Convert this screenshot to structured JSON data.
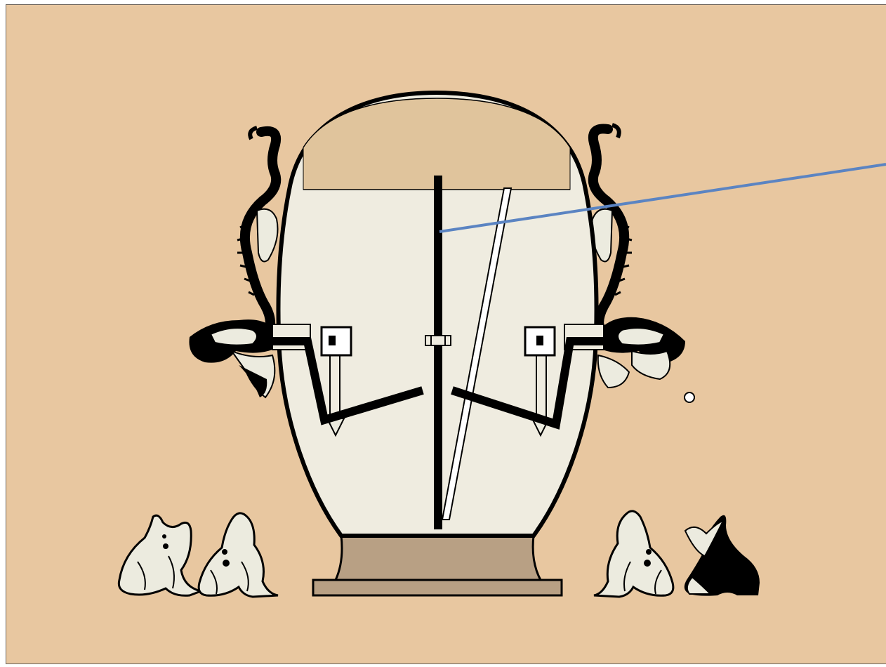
{
  "diagram": {
    "colors": {
      "background": "#e8c7a0",
      "vessel_fill": "#efece0",
      "vessel_cap": "#e0c49c",
      "base": "#b8a084",
      "ink": "#000000",
      "pointer_line": "#5b84c2",
      "figure_fill": "#ecebdf"
    },
    "icons": [
      "vessel",
      "central-rod",
      "lever-arm",
      "serpent-handle",
      "frog-figure",
      "pointer-line",
      "small-circle-marker"
    ]
  }
}
